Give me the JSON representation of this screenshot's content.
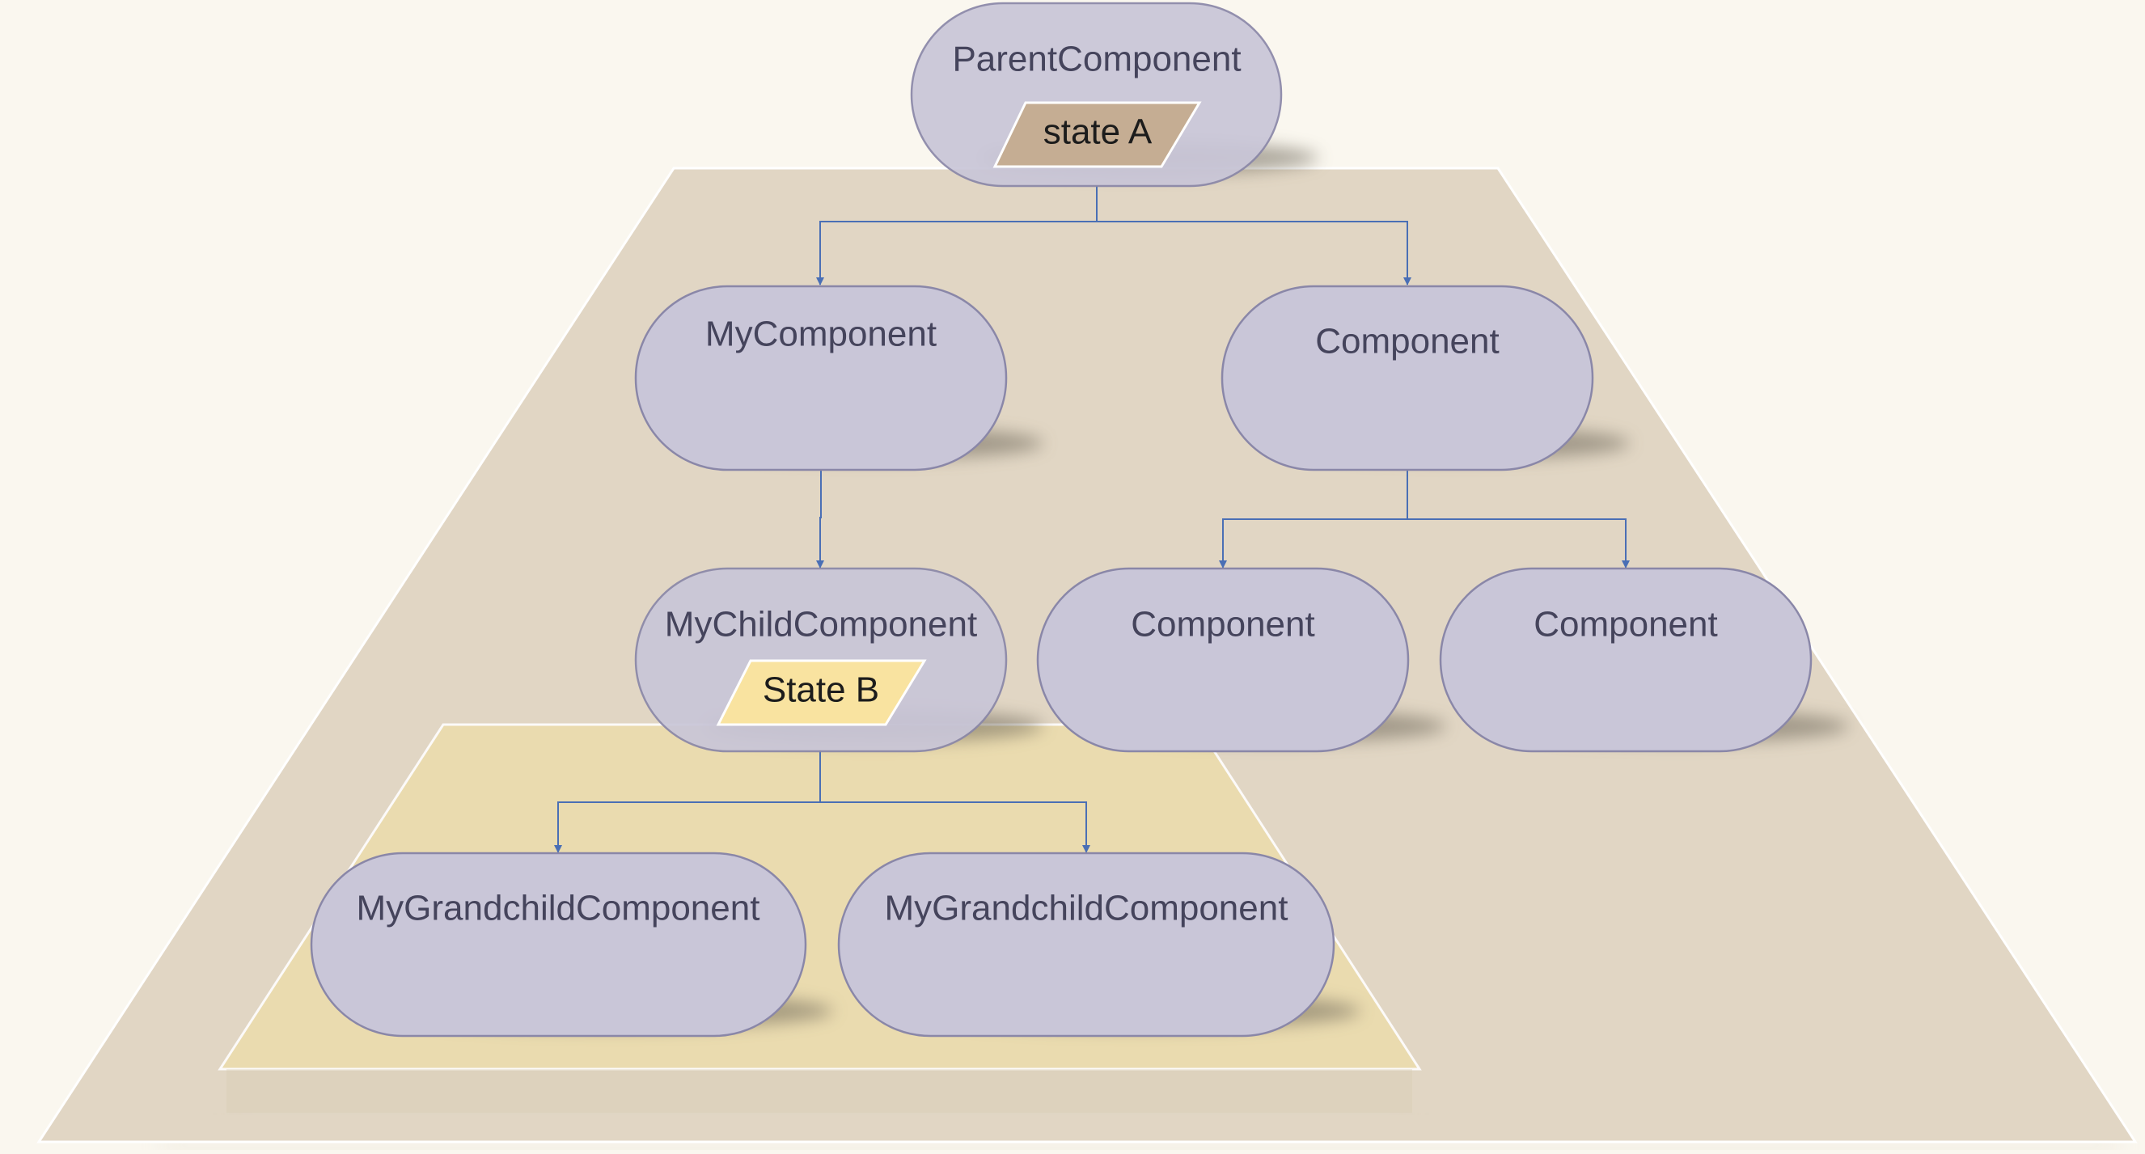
{
  "colors": {
    "background": "#faf7ef",
    "outer_region": "#e1d6c4",
    "inner_region": "#ebdcad",
    "node_fill": "#c9c6d8",
    "node_stroke": "#8a87a8",
    "node_text": "#45445c",
    "connector": "#4a6fb5",
    "state_a_fill": "#c5ad93",
    "state_b_fill": "#f9e3a0"
  },
  "nodes": {
    "parent": "ParentComponent",
    "my_component": "MyComponent",
    "component_right": "Component",
    "my_child": "MyChildComponent",
    "component_mid": "Component",
    "component_far": "Component",
    "grandchild_left": "MyGrandchildComponent",
    "grandchild_right": "MyGrandchildComponent"
  },
  "states": {
    "state_a": "state A",
    "state_b": "State B"
  },
  "edges": [
    [
      "parent",
      "my_component"
    ],
    [
      "parent",
      "component_right"
    ],
    [
      "my_component",
      "my_child"
    ],
    [
      "component_right",
      "component_mid"
    ],
    [
      "component_right",
      "component_far"
    ],
    [
      "my_child",
      "grandchild_left"
    ],
    [
      "my_child",
      "grandchild_right"
    ]
  ]
}
